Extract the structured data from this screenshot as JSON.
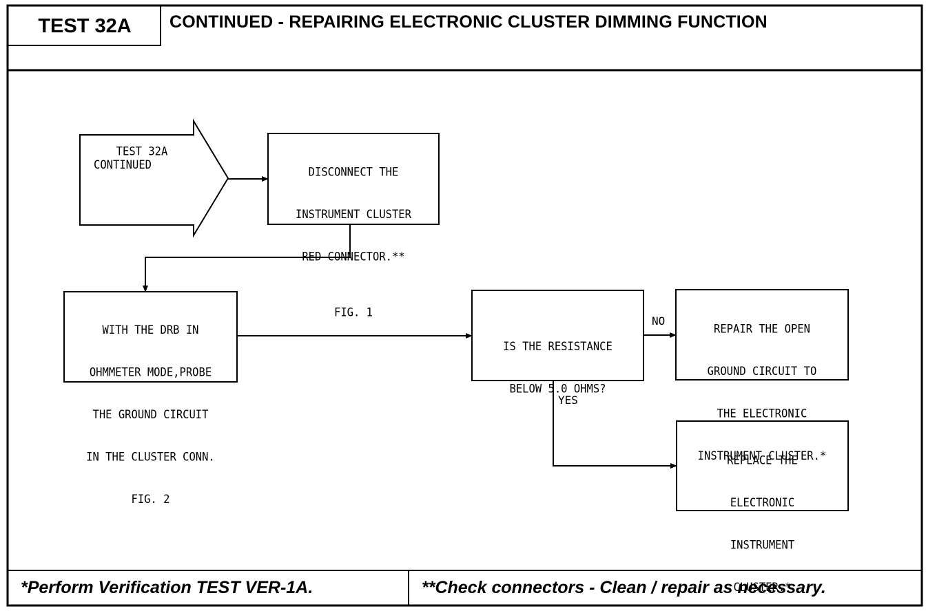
{
  "header": {
    "test_id": "TEST 32A",
    "title": "CONTINUED - REPAIRING ELECTRONIC CLUSTER DIMMING FUNCTION"
  },
  "flowchart": {
    "start": {
      "line1": "TEST 32A",
      "line2": "CONTINUED"
    },
    "step_disconnect": {
      "lines": [
        "DISCONNECT THE",
        "INSTRUMENT CLUSTER",
        "RED CONNECTOR.**"
      ],
      "fig": "FIG. 1"
    },
    "step_probe": {
      "lines": [
        "WITH THE DRB IN",
        "OHMMETER MODE,PROBE",
        "THE GROUND CIRCUIT",
        "IN THE CLUSTER CONN.",
        "FIG. 2"
      ]
    },
    "decision": {
      "lines": [
        "IS THE RESISTANCE",
        "BELOW 5.0 OHMS?"
      ]
    },
    "no_label": "NO",
    "yes_label": "YES",
    "action_repair": {
      "lines": [
        "REPAIR THE OPEN",
        "GROUND CIRCUIT TO",
        "THE ELECTRONIC",
        "INSTRUMENT CLUSTER.*"
      ]
    },
    "action_replace": {
      "lines": [
        "REPLACE THE",
        "ELECTRONIC",
        "INSTRUMENT",
        "CLUSTER.*"
      ]
    }
  },
  "footer": {
    "note_left": "*Perform Verification TEST VER-1A.",
    "note_right": "**Check connectors - Clean / repair as necessary."
  }
}
